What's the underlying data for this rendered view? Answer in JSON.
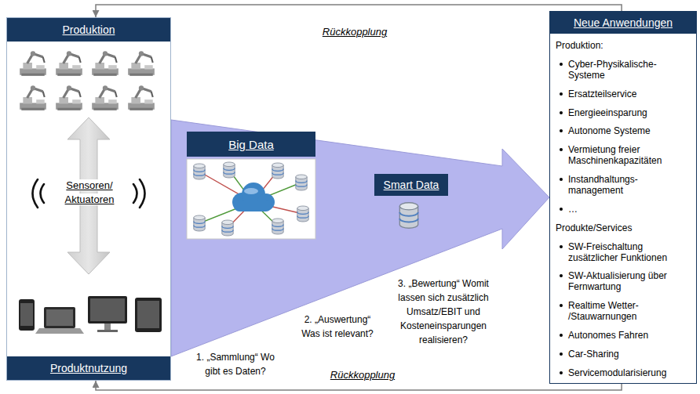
{
  "diagram": {
    "nodes": [
      {
        "text": [
          "Produktion",
          "Sensoren/ Aktuatoren",
          "Produktnutzung"
        ]
      },
      {
        "text": [
          "Big Data"
        ]
      },
      {
        "text": [
          "Smart Data"
        ]
      },
      {
        "text": [
          "Neue Anwendungen",
          "Produktion:",
          "Cyber-Physikalische- Systeme",
          "Ersatzteilservice",
          "Energieeinsparung",
          "Autonome Systeme",
          "Vermietung freier Maschinenkapazitäten",
          "Instandhaltungs- management",
          "…",
          "Produkte/Services",
          "SW-Freischaltung zusätzlicher Funktionen",
          "SW-Aktualisierung über Fernwartung",
          "Realtime Wetter- /Stauwarnungen",
          "Autonomes Fahren",
          "Car-Sharing",
          "Servicemodularisierung"
        ]
      }
    ],
    "edges": [
      {
        "from": 0,
        "to": 3,
        "arrow": "to"
      },
      {
        "from": 3,
        "to": 0,
        "arrow": "to",
        "label": "Rückkopplung"
      },
      {
        "from": 3,
        "to": 0,
        "arrow": "to",
        "label": "Rückkopplung"
      }
    ],
    "labels": [
      "1. „Sammlung“ Wo gibt es Daten?",
      "2. „Auswertung“ Was ist relevant?",
      "3. „Bewertung“ Womit lassen sich zusätzlich Umsatz/EBIT und Kosteneinsparungen realisieren?"
    ]
  }
}
